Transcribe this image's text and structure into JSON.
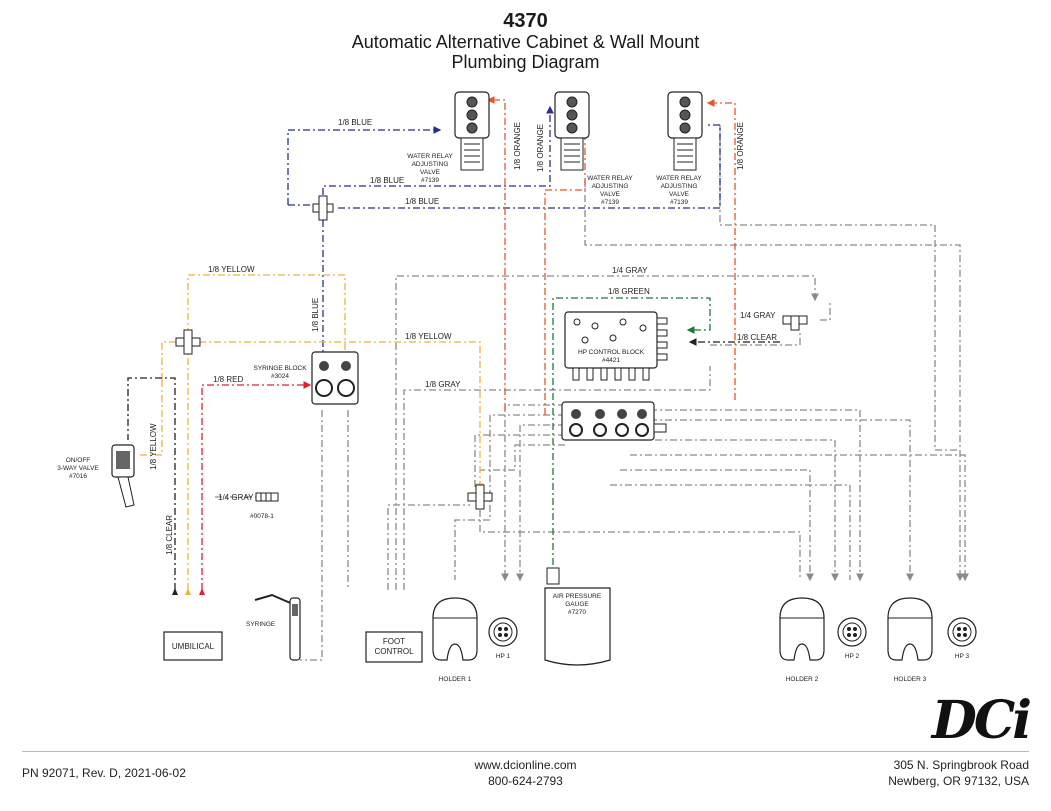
{
  "header": {
    "model": "4370",
    "title_line1": "Automatic Alternative Cabinet & Wall Mount",
    "title_line2": "Plumbing Diagram"
  },
  "colors": {
    "blue": "#2b2f8c",
    "orange": "#e8552a",
    "yellow": "#f2b13a",
    "red": "#e02030",
    "green": "#1e7a3a",
    "gray": "#8a8a8a",
    "clear": "#222222"
  },
  "line_labels": {
    "blue_1": "1/8 BLUE",
    "blue_2": "1/8 BLUE",
    "blue_3": "1/8 BLUE",
    "blue_vertical": "1/8 BLUE",
    "orange_1": "1/8 ORANGE",
    "orange_2": "1/8 ORANGE",
    "orange_3": "1/8 ORANGE",
    "yellow_top": "1/8 YELLOW",
    "yellow_mid": "1/8 YELLOW",
    "yellow_vertical": "1/8 YELLOW",
    "red": "1/8 RED",
    "gray_top": "1/4 GRAY",
    "gray_mid": "1/8 GRAY",
    "gray_right": "1/4 GRAY",
    "gray_fitting": "1/4 GRAY",
    "green": "1/8 GREEN",
    "clear_right": "1/8 CLEAR",
    "clear_vertical": "1/8 CLEAR"
  },
  "components": {
    "valve1": [
      "WATER RELAY",
      "ADJUSTING",
      "VALVE",
      "#7139"
    ],
    "valve2": [
      "WATER RELAY",
      "ADJUSTING",
      "VALVE",
      "#7139"
    ],
    "valve3": [
      "WATER RELAY",
      "ADJUSTING",
      "VALVE",
      "#7139"
    ],
    "syringe_block": [
      "SYRINGE BLOCK",
      "#3024"
    ],
    "hp_control_block": [
      "HP CONTROL BLOCK",
      "#4421"
    ],
    "onoff_valve": [
      "ON/OFF",
      "3-WAY VALVE",
      "#7016"
    ],
    "fitting": "#0078-1",
    "air_gauge": [
      "AIR PRESSURE",
      "GAUGE",
      "#7270"
    ],
    "syringe": "SYRINGE",
    "umbilical": "UMBILICAL",
    "foot_control": [
      "FOOT",
      "CONTROL"
    ],
    "holder1": "HOLDER 1",
    "holder2": "HOLDER 2",
    "holder3": "HOLDER 3",
    "hp1": "HP 1",
    "hp2": "HP 2",
    "hp3": "HP 3"
  },
  "footer": {
    "part_number": "PN 92071, Rev. D, 2021-06-02",
    "website": "www.dcionline.com",
    "phone": "800-624-2793",
    "address_line1": "305 N. Springbrook Road",
    "address_line2": "Newberg, OR 97132, USA",
    "logo": "DCi"
  }
}
